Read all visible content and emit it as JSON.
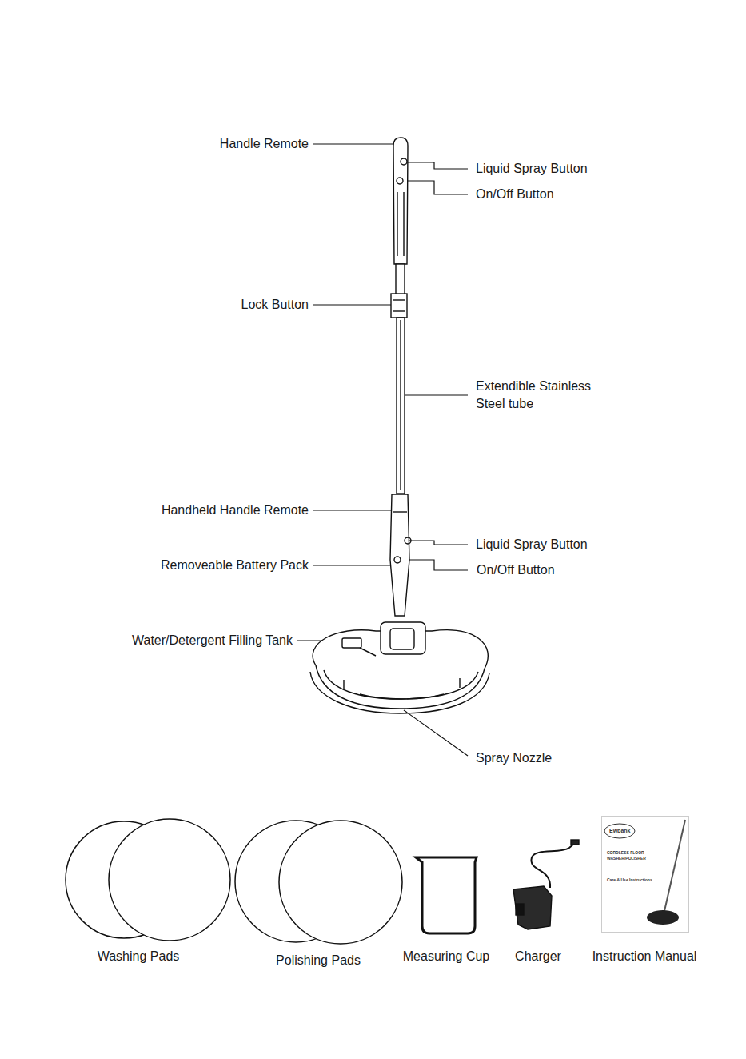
{
  "diagram": {
    "nodes": [
      {
        "text": [
          "Ewbank",
          "CORDLESS FLOOR WASHER/POLISHER",
          "Care & Use Instructions"
        ]
      }
    ],
    "labels": [
      "Handle Remote",
      "Liquid Spray Button",
      "On/Off Button",
      "Lock Button",
      "Extendible Stainless Steel tube",
      "Handheld Handle Remote",
      "Liquid Spray Button",
      "Removeable Battery Pack",
      "On/Off Button",
      "Water/Detergent Filling Tank",
      "Spray Nozzle",
      "Washing Pads",
      "Polishing Pads",
      "Measuring Cup",
      "Charger",
      "Instruction Manual"
    ]
  }
}
